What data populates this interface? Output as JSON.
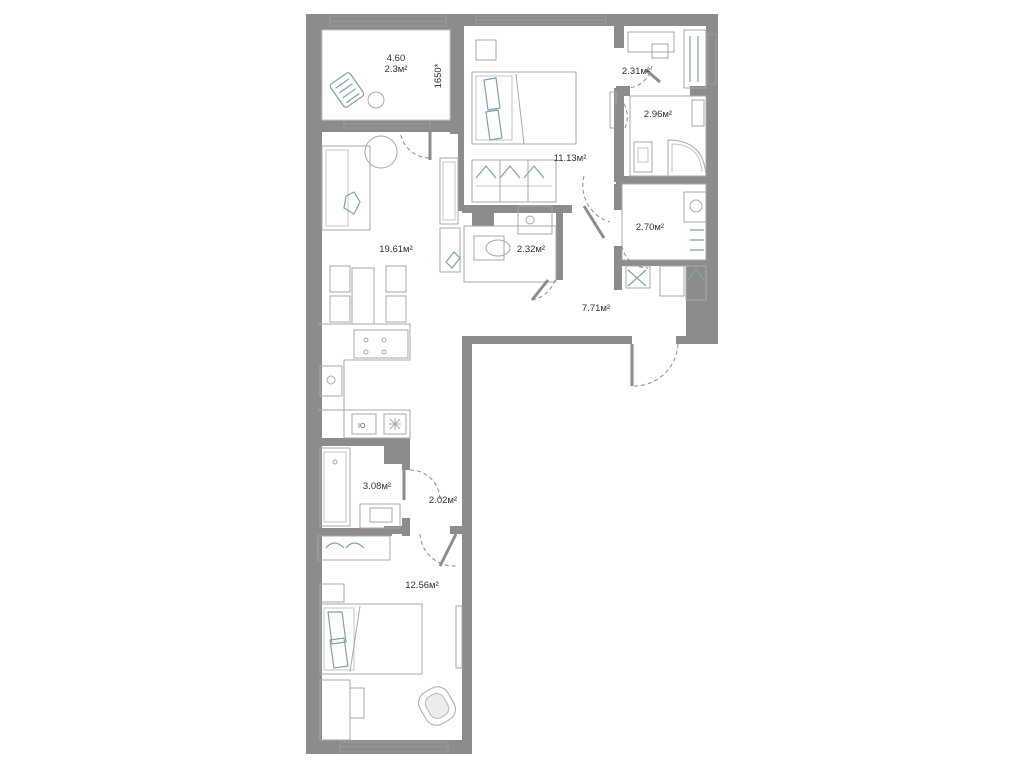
{
  "plan": {
    "rooms": [
      {
        "id": "balcony",
        "lines": [
          "4.60",
          "2.3м²"
        ]
      },
      {
        "id": "bedroom-1",
        "lines": [
          "11.13м²"
        ]
      },
      {
        "id": "wc-1",
        "lines": [
          "2.31м²"
        ]
      },
      {
        "id": "bath-1",
        "lines": [
          "2.96м²"
        ]
      },
      {
        "id": "wardrobe",
        "lines": [
          "2.70м²"
        ]
      },
      {
        "id": "living-kitchen",
        "lines": [
          "19.61м²"
        ]
      },
      {
        "id": "wc-2",
        "lines": [
          "2.32м²"
        ]
      },
      {
        "id": "hall",
        "lines": [
          "7.71м²"
        ]
      },
      {
        "id": "bath-2",
        "lines": [
          "3.08м²"
        ]
      },
      {
        "id": "corridor",
        "lines": [
          "2.02м²"
        ]
      },
      {
        "id": "bedroom-2",
        "lines": [
          "12.56м²"
        ]
      }
    ],
    "dimension": "1650*"
  }
}
